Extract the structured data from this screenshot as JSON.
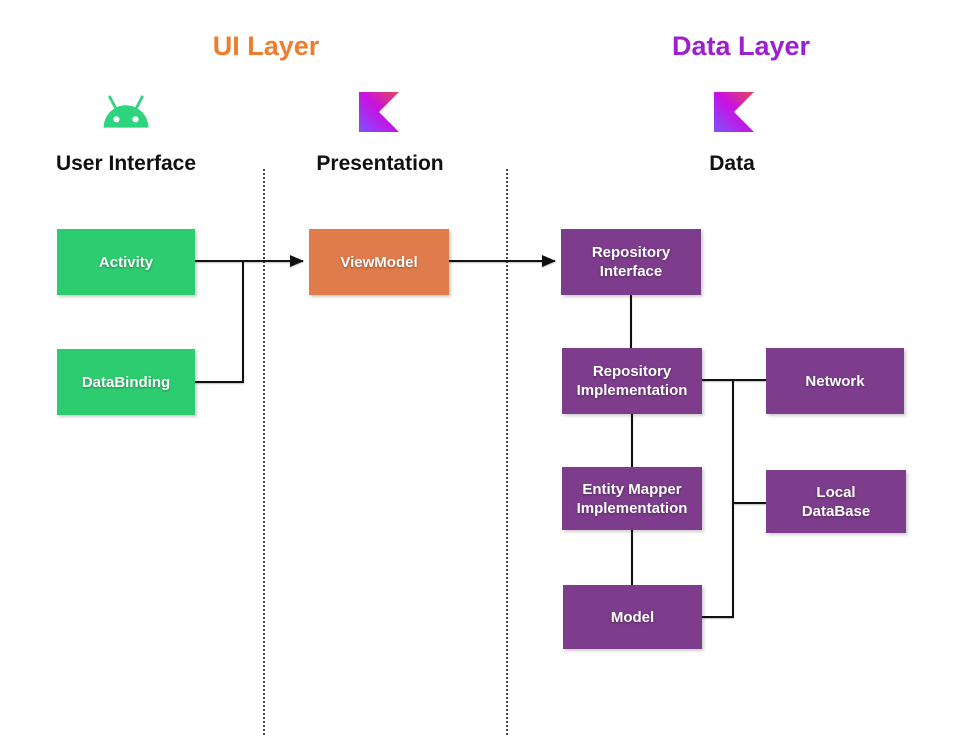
{
  "header": {
    "ui_layer": {
      "label": "UI Layer",
      "color": "#EE7D2E"
    },
    "data_layer": {
      "label": "Data Layer",
      "color": "#9C20CE"
    }
  },
  "columns": {
    "user_interface": {
      "label": "User Interface",
      "icon": "android-icon"
    },
    "presentation": {
      "label": "Presentation",
      "icon": "kotlin-icon"
    },
    "data": {
      "label": "Data",
      "icon": "kotlin-icon"
    }
  },
  "boxes": {
    "activity": {
      "label": "Activity",
      "color": "#2ECC71"
    },
    "databinding": {
      "label": "DataBinding",
      "color": "#2ECC71"
    },
    "viewmodel": {
      "label": "ViewModel",
      "color": "#E07B4C"
    },
    "repository_interface": {
      "label": "Repository\nInterface",
      "color": "#7D3C8C"
    },
    "repository_implementation": {
      "label": "Repository\nImplementation",
      "color": "#7D3C8C"
    },
    "entity_mapper_implementation": {
      "label": "Entity Mapper\nImplementation",
      "color": "#7D3C8C"
    },
    "model": {
      "label": "Model",
      "color": "#7D3C8C"
    },
    "network": {
      "label": "Network",
      "color": "#7D3C8C"
    },
    "local_database": {
      "label": "Local\nDataBase",
      "color": "#7D3C8C"
    }
  },
  "connections": [
    {
      "from": "Activity",
      "to": "ViewModel",
      "type": "arrow"
    },
    {
      "from": "DataBinding",
      "to": "ViewModel",
      "type": "elbow-joins-activity-arrow"
    },
    {
      "from": "ViewModel",
      "to": "Repository Interface",
      "type": "arrow"
    },
    {
      "from": "Repository Interface",
      "to": "Repository Implementation",
      "type": "line"
    },
    {
      "from": "Repository Implementation",
      "to": "Entity Mapper Implementation",
      "type": "line"
    },
    {
      "from": "Entity Mapper Implementation",
      "to": "Model",
      "type": "line"
    },
    {
      "from": "Repository Implementation",
      "to": "Network",
      "type": "line"
    },
    {
      "from": "Repository Implementation",
      "to": "Local DataBase",
      "type": "elbow"
    },
    {
      "from": "Repository Implementation",
      "to": "Model",
      "type": "elbow"
    }
  ],
  "colors": {
    "android_green": "#2ED47E",
    "kotlin_gradient": [
      "#E44857",
      "#C711E1",
      "#7F52FF"
    ],
    "connector": "#111111",
    "background": "#FFFFFF"
  }
}
